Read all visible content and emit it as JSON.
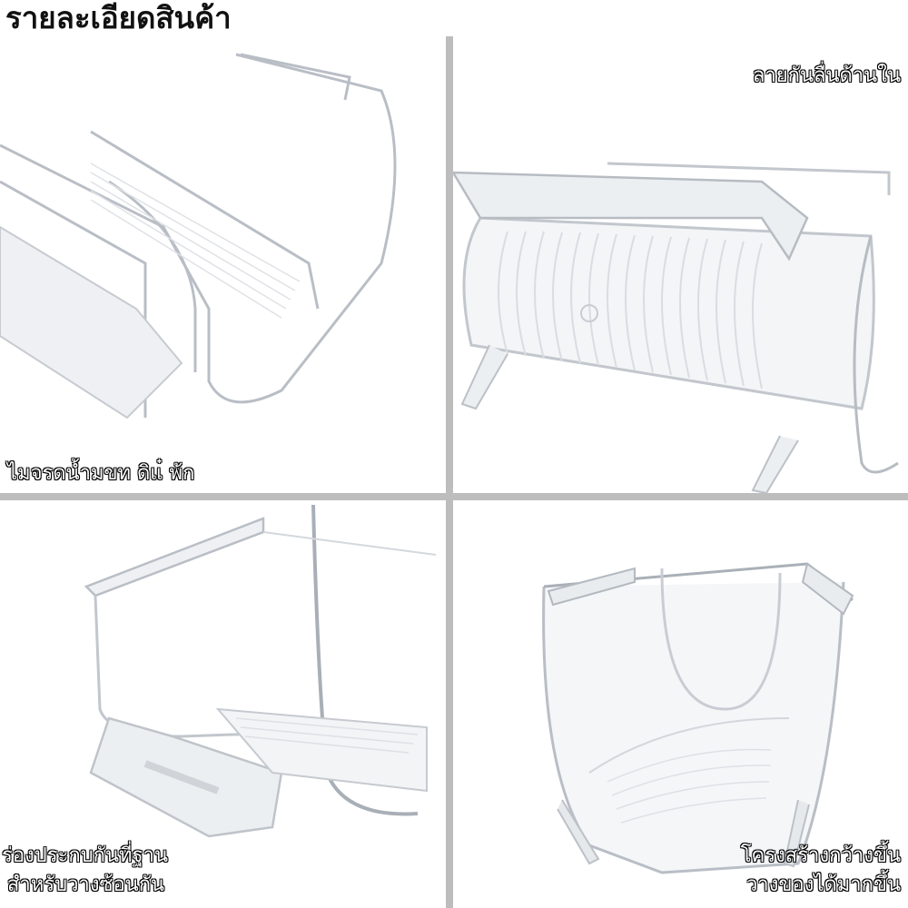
{
  "header": {
    "title": "รายละเอียดสินค้า"
  },
  "panels": [
    {
      "caption": "ไมจรดน้ำมขท ดิแ๋ พ้ก"
    },
    {
      "caption": "ลายกันลื่นด้านใน"
    },
    {
      "caption_lines": [
        "ร่องประกบกันที่ฐาน",
        "สำหรับวางซ้อนกัน"
      ]
    },
    {
      "caption_lines": [
        "โครงสร้างกว้างขึ้น",
        "วางของได้มากขึ้น"
      ]
    }
  ]
}
